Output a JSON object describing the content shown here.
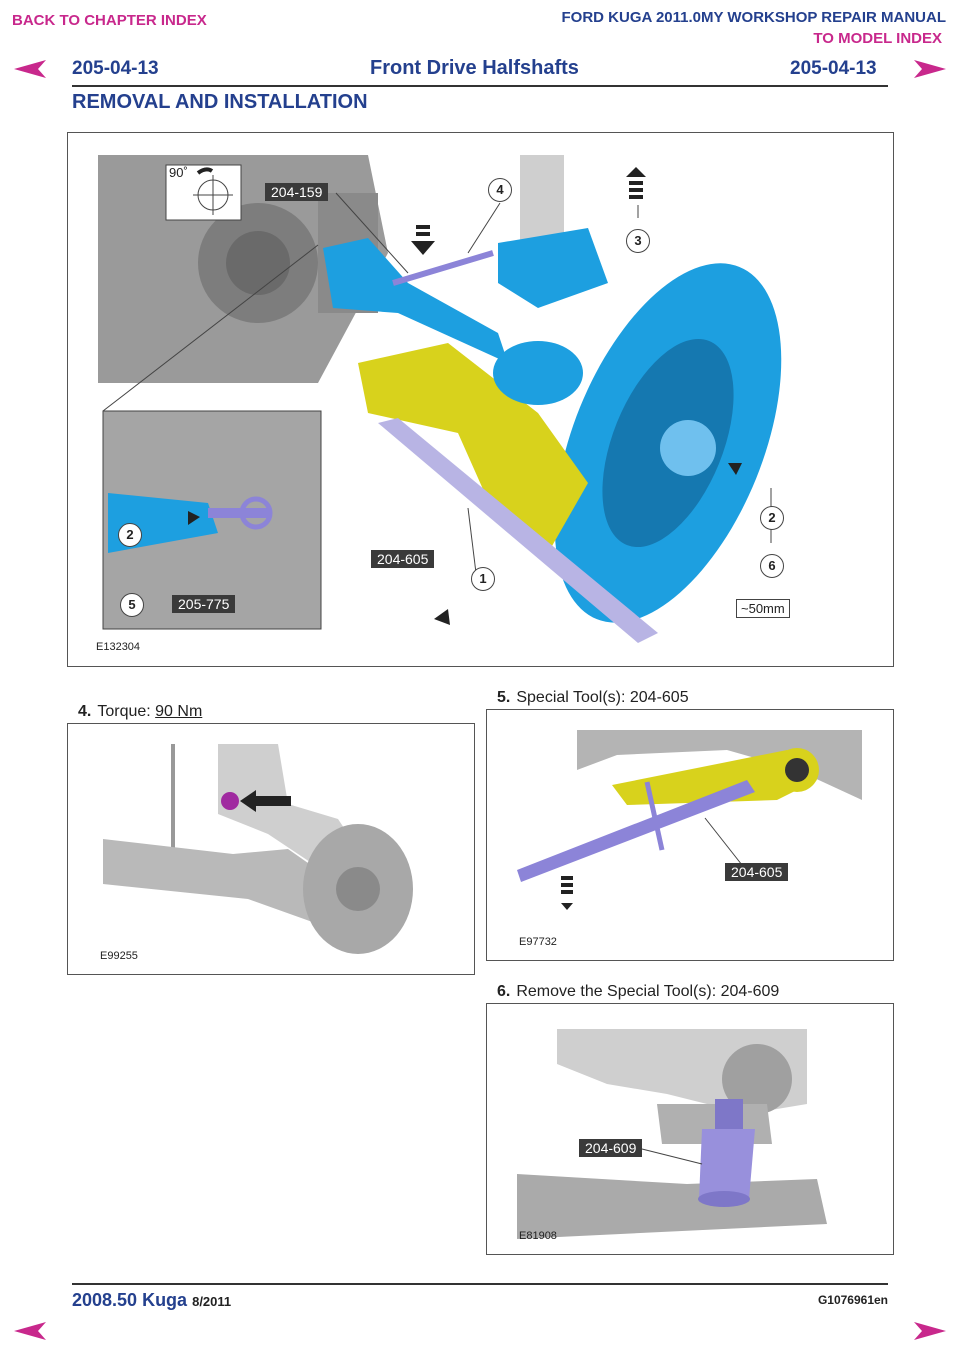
{
  "nav": {
    "back_chapter": "BACK TO CHAPTER INDEX",
    "manual_title": "FORD KUGA 2011.0MY WORKSHOP REPAIR MANUAL",
    "model_index": "TO MODEL INDEX"
  },
  "header": {
    "page_left": "205-04-13",
    "title": "Front Drive Halfshafts",
    "page_right": "205-04-13",
    "section": "REMOVAL AND INSTALLATION"
  },
  "figures": {
    "main": {
      "id": "E132304",
      "labels": {
        "t1": "204-159",
        "t2": "204-605",
        "t3": "205-775",
        "angle": "90˚",
        "gap": "~50mm"
      },
      "callouts": [
        "4",
        "3",
        "2",
        "6",
        "1",
        "5",
        "2"
      ]
    },
    "torque": {
      "id": "E99255"
    },
    "tool605": {
      "id": "E97732",
      "label": "204-605"
    },
    "tool609": {
      "id": "E81908",
      "label": "204-609"
    }
  },
  "steps": {
    "s4": {
      "num": "4.",
      "text": "Torque: ",
      "value": "90 Nm"
    },
    "s5": {
      "num": "5.",
      "text": "Special Tool(s): 204-605"
    },
    "s6": {
      "num": "6.",
      "text": "Remove the Special Tool(s): 204-609"
    }
  },
  "footer": {
    "model": "2008.50 Kuga",
    "date": "8/2011",
    "doc_id": "G1076961en"
  },
  "colors": {
    "nav_pink": "#c8288c",
    "header_blue": "#24408e",
    "part_blue": "#1d9fe0",
    "part_yellow": "#d8d21c",
    "tool_purple": "#8c84d8"
  }
}
